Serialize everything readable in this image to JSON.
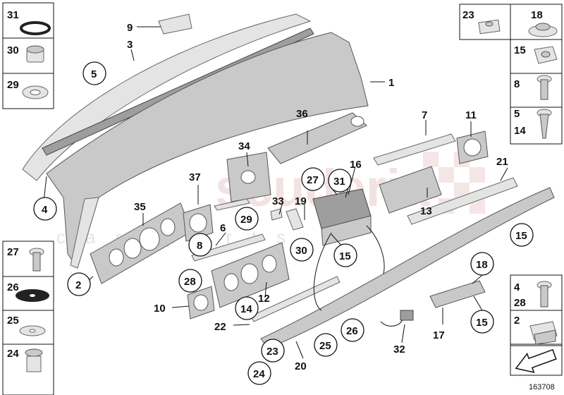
{
  "diagram_code": "163708",
  "watermark": {
    "main": "scuderia",
    "sub": "car parts"
  },
  "left_box": [
    "31",
    "30",
    "29",
    "27",
    "26",
    "25",
    "24"
  ],
  "right_box_top": [
    "23",
    "18",
    "15",
    "8",
    "5",
    "14"
  ],
  "right_box_bottom": [
    "4",
    "28",
    "2"
  ],
  "labels": {
    "l1": "1",
    "l2": "2",
    "l3": "3",
    "l4": "4",
    "l5": "5",
    "l6": "6",
    "l7": "7",
    "l8": "8",
    "l9": "9",
    "l10": "10",
    "l11": "11",
    "l12": "12",
    "l13": "13",
    "l14": "14",
    "l15a": "15",
    "l15b": "15",
    "l15c": "15",
    "l16": "16",
    "l17": "17",
    "l18": "18",
    "l19": "19",
    "l20": "20",
    "l21": "21",
    "l22": "22",
    "l23": "23",
    "l24": "24",
    "l25": "25",
    "l26": "26",
    "l27": "27",
    "l28": "28",
    "l29": "29",
    "l30": "30",
    "l31": "31",
    "l32": "32",
    "l33": "33",
    "l34": "34",
    "l35": "35",
    "l36": "36",
    "l37": "37"
  }
}
